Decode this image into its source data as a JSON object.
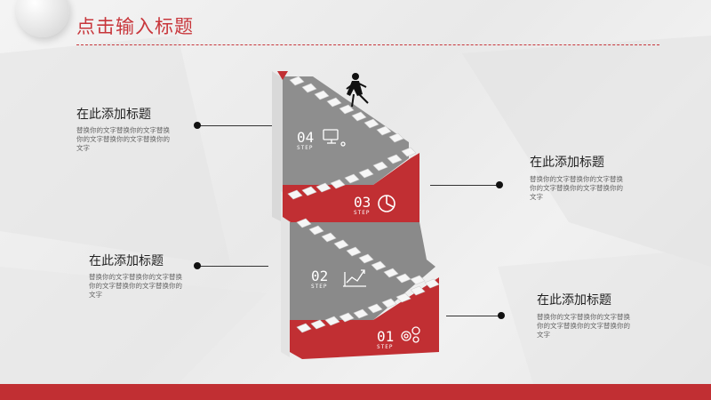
{
  "title": "点击输入标题",
  "colors": {
    "accent": "#c12f33",
    "stair_gray": "#8c8c8c",
    "stair_white": "#f4f4f4"
  },
  "callouts": [
    {
      "heading": "在此添加标题",
      "body": "替换你的文字替换你的文字替换你的文字替换你的文字替换你的文字"
    },
    {
      "heading": "在此添加标题",
      "body": "替换你的文字替换你的文字替换你的文字替换你的文字替换你的文字"
    },
    {
      "heading": "在此添加标题",
      "body": "替换你的文字替换你的文字替换你的文字替换你的文字替换你的文字"
    },
    {
      "heading": "在此添加标题",
      "body": "替换你的文字替换你的文字替换你的文字替换你的文字替换你的文字"
    }
  ],
  "steps": [
    {
      "number": "04",
      "word": "STEP",
      "icon": "computer-icon"
    },
    {
      "number": "03",
      "word": "STEP",
      "icon": "pie-chart-icon"
    },
    {
      "number": "02",
      "word": "STEP",
      "icon": "rising-chart-icon"
    },
    {
      "number": "01",
      "word": "STEP",
      "icon": "gears-icon"
    }
  ]
}
